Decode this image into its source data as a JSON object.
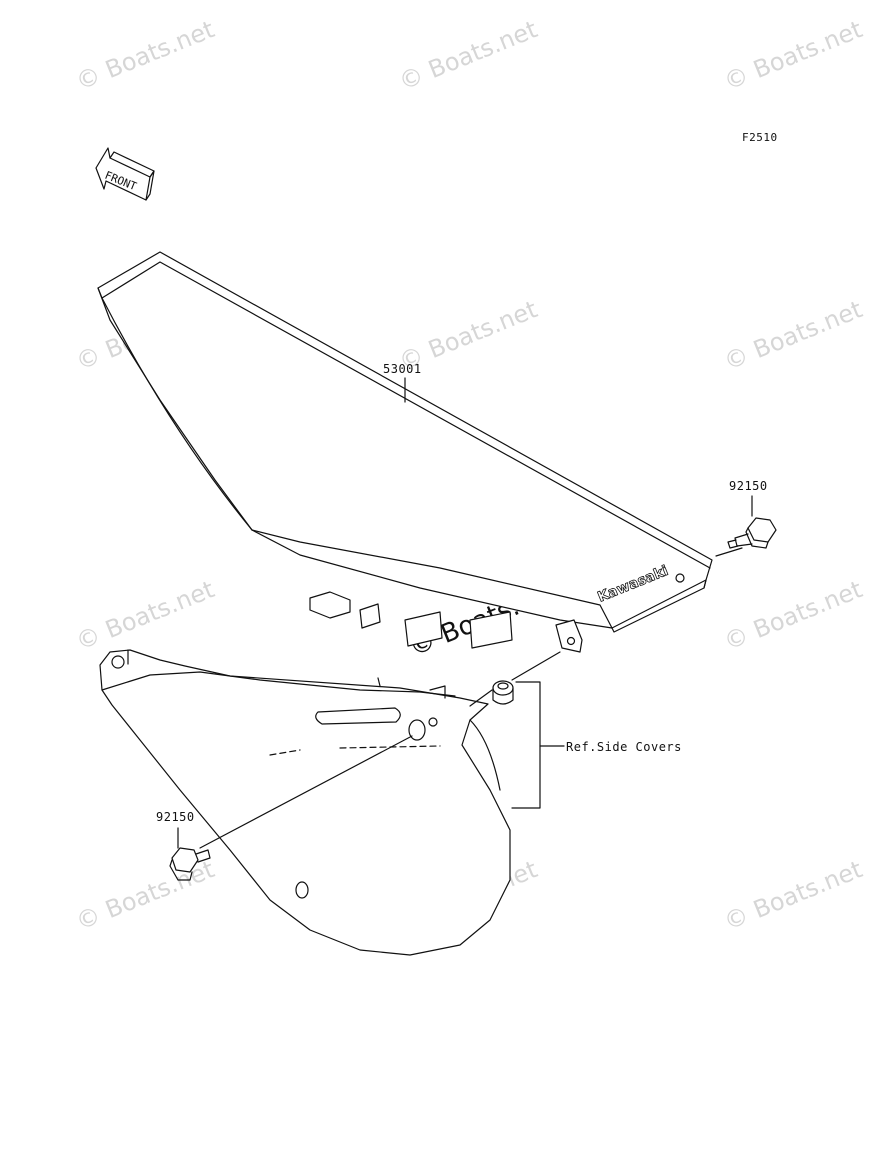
{
  "figure_code": "F2510",
  "front_label": "FRONT",
  "brand_text": "Kawasaki",
  "watermark": "© Boats.net",
  "parts": {
    "seat": "53001",
    "bolt_right": "92150",
    "bolt_left": "92150",
    "ref_side_covers": "Ref.Side Covers"
  },
  "colors": {
    "line": "#111111",
    "watermark": "#d6d6d6"
  }
}
